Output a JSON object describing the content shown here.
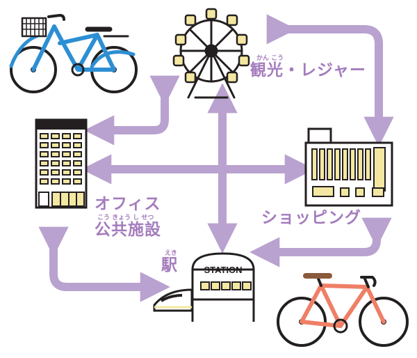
{
  "nodes": {
    "sightseeing": {
      "label": "観光・レジャー",
      "ruby": "かん こう"
    },
    "office": {
      "label_line1": "オフィス",
      "label_line2": "公共施設",
      "ruby": "こう きょう し せつ"
    },
    "shopping": {
      "label": "ショッピング"
    },
    "station": {
      "label": "駅",
      "ruby": "えき",
      "sign": "STATION"
    }
  },
  "colors": {
    "arrow": "#b9a2cf",
    "label": "#a47cbd",
    "outline": "#231f20",
    "window": "#f3e7a1",
    "bike_blue": "#2d8fd3",
    "bike_orange": "#ef7f66"
  },
  "icons": [
    "ferris-wheel-icon",
    "office-building-icon",
    "shopping-mall-icon",
    "train-station-icon",
    "city-bicycle-icon",
    "road-bicycle-icon"
  ]
}
